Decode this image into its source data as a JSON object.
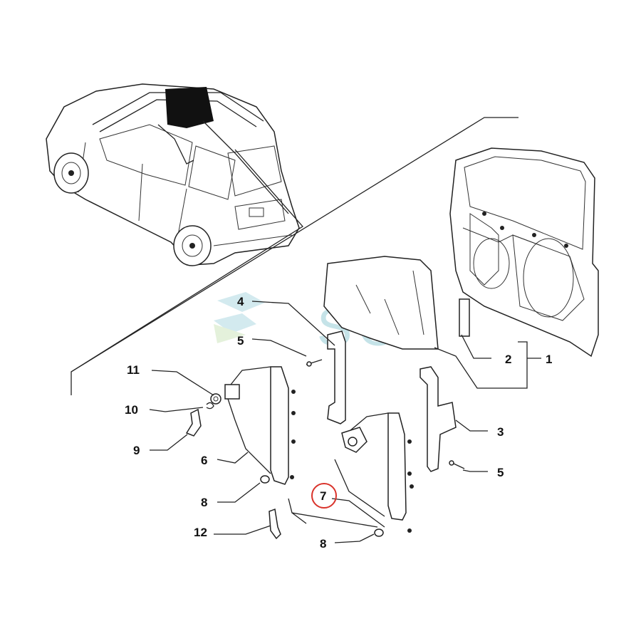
{
  "watermark": {
    "text": "SOL",
    "color": "#bfe0e6"
  },
  "callouts": {
    "c1": "1",
    "c2": "2",
    "c3": "3",
    "c4": "4",
    "c5a": "5",
    "c5b": "5",
    "c6": "6",
    "c7": "7",
    "c8a": "8",
    "c8b": "8",
    "c9": "9",
    "c10": "10",
    "c11": "11",
    "c12": "12"
  },
  "highlight": {
    "callout": "7",
    "color": "#d9332b"
  },
  "colors": {
    "ink": "#222222",
    "car_highlight": "#111111"
  }
}
